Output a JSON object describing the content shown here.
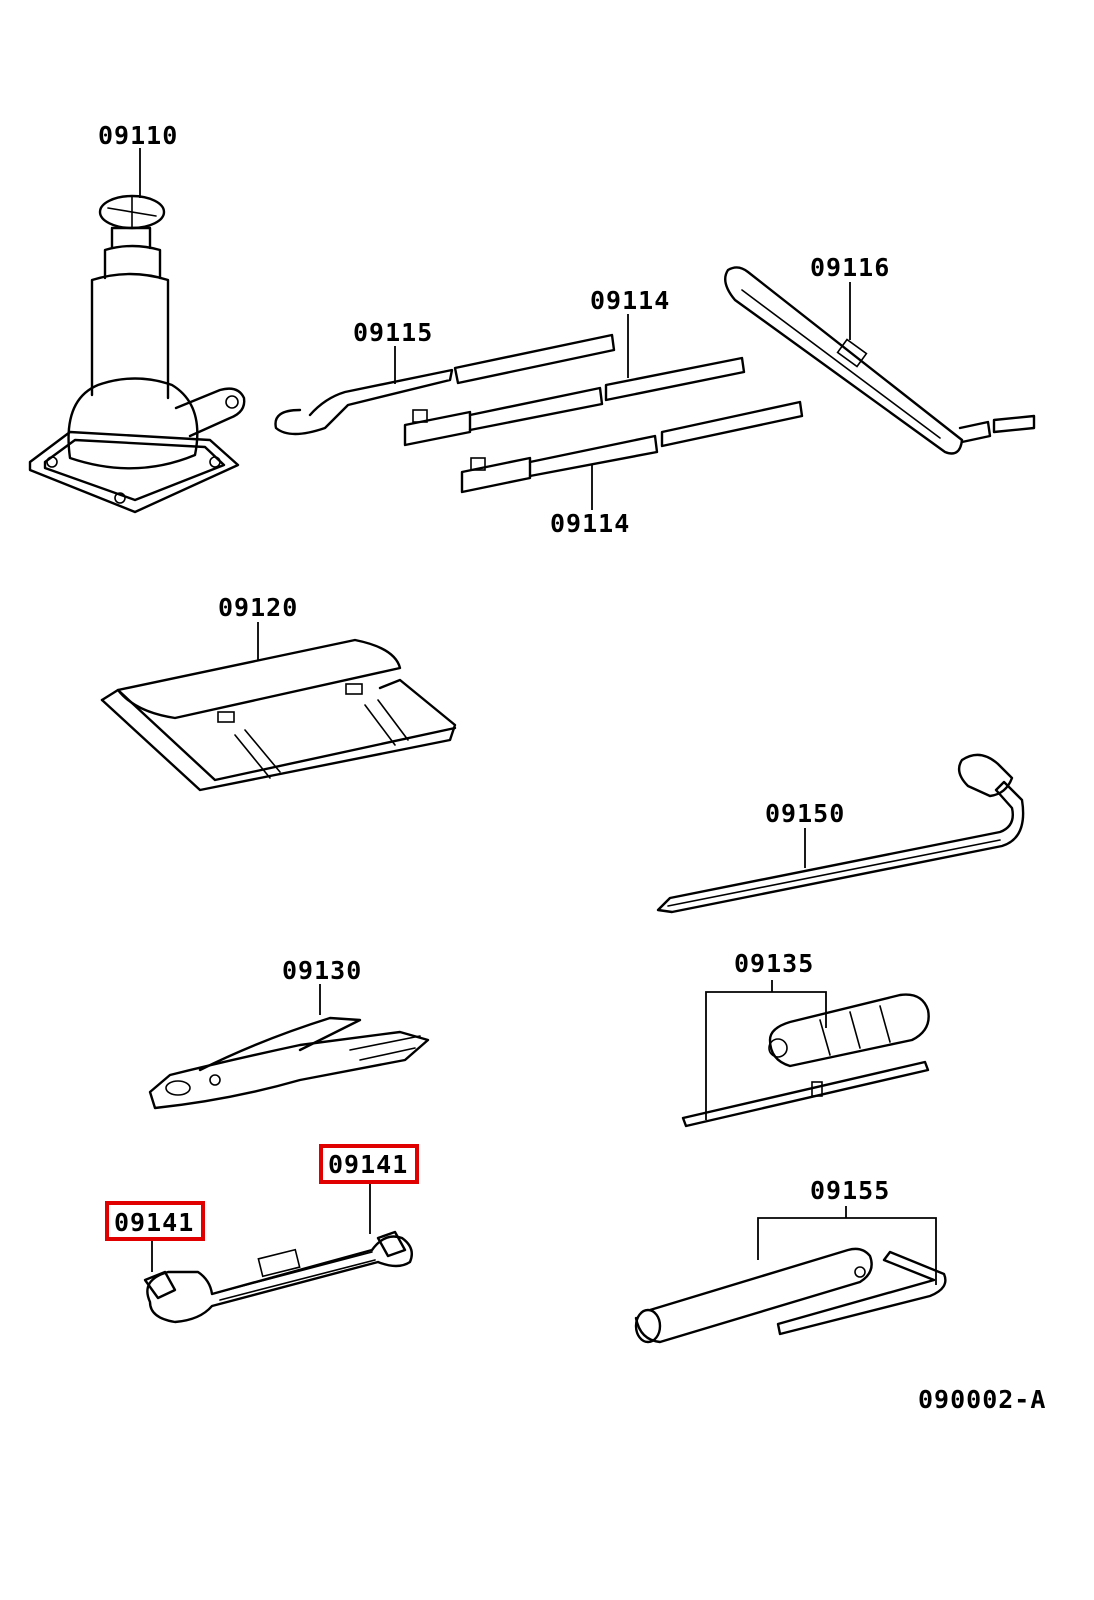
{
  "parts": {
    "jack": "09110",
    "hook_handle": "09115",
    "extension_bar_upper": "09114",
    "extension_bar_lower": "09114",
    "handle_lever": "09116",
    "tool_bag": "09120",
    "wheel_nut_wrench": "09150",
    "pliers": "09130",
    "screwdriver": "09135",
    "wrench_right": "09141",
    "wrench_left": "09141",
    "plug_wrench": "09155"
  },
  "figure_id": "090002-A",
  "highlight_color": "#e00000"
}
